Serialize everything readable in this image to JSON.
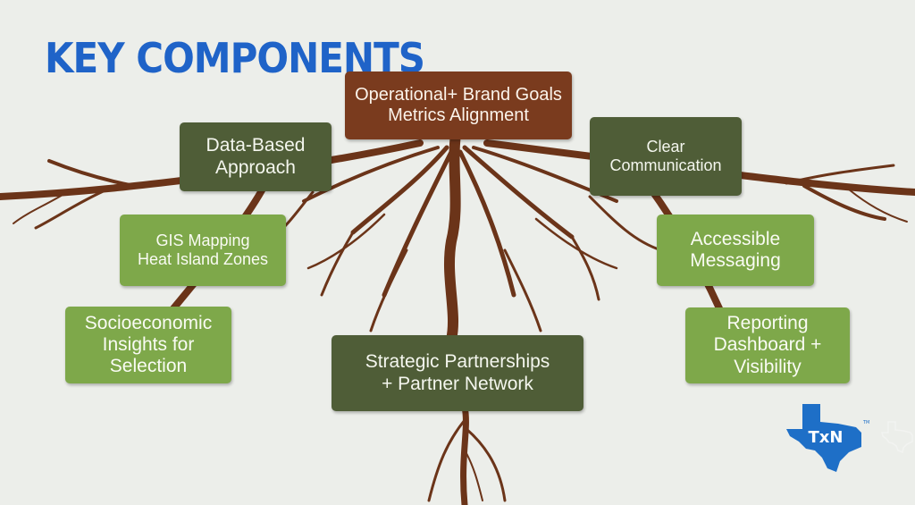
{
  "title": "KEY COMPONENTS",
  "nodes": {
    "operational": "Operational+ Brand Goals\nMetrics Alignment",
    "data_based": "Data-Based\nApproach",
    "clear_comm": "Clear\nCommunication",
    "gis": "GIS Mapping\nHeat Island Zones",
    "accessible": "Accessible\nMessaging",
    "socio": "Socioeconomic\nInsights for\nSelection",
    "reporting": "Reporting\nDashboard +\nVisibility",
    "strategic": "Strategic Partnerships\n+ Partner Network"
  },
  "logo": {
    "text": "TxN",
    "tm": "TM"
  },
  "colors": {
    "title": "#1f63c8",
    "root": "#6b3419",
    "brown_box": "#7a3b1e",
    "dark_green_box": "#4f5d37",
    "light_green_box": "#7ea84a",
    "logo": "#1e6fc7"
  }
}
